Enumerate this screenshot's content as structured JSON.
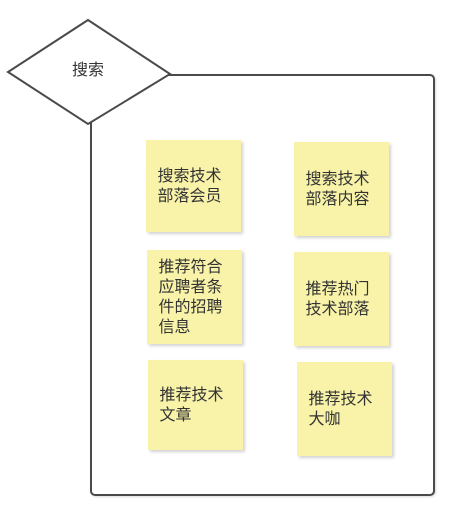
{
  "diamond": {
    "label": "搜索"
  },
  "notes": [
    {
      "text": "搜索技术部落会员"
    },
    {
      "text": "搜索技术部落内容"
    },
    {
      "text": "推荐符合应聘者条件的招聘信息"
    },
    {
      "text": "推荐热门技术部落"
    },
    {
      "text": "推荐技术文章"
    },
    {
      "text": "推荐技术大咖"
    }
  ],
  "colors": {
    "note_fill": "#f8f3a9",
    "border": "#4a4a4a"
  }
}
